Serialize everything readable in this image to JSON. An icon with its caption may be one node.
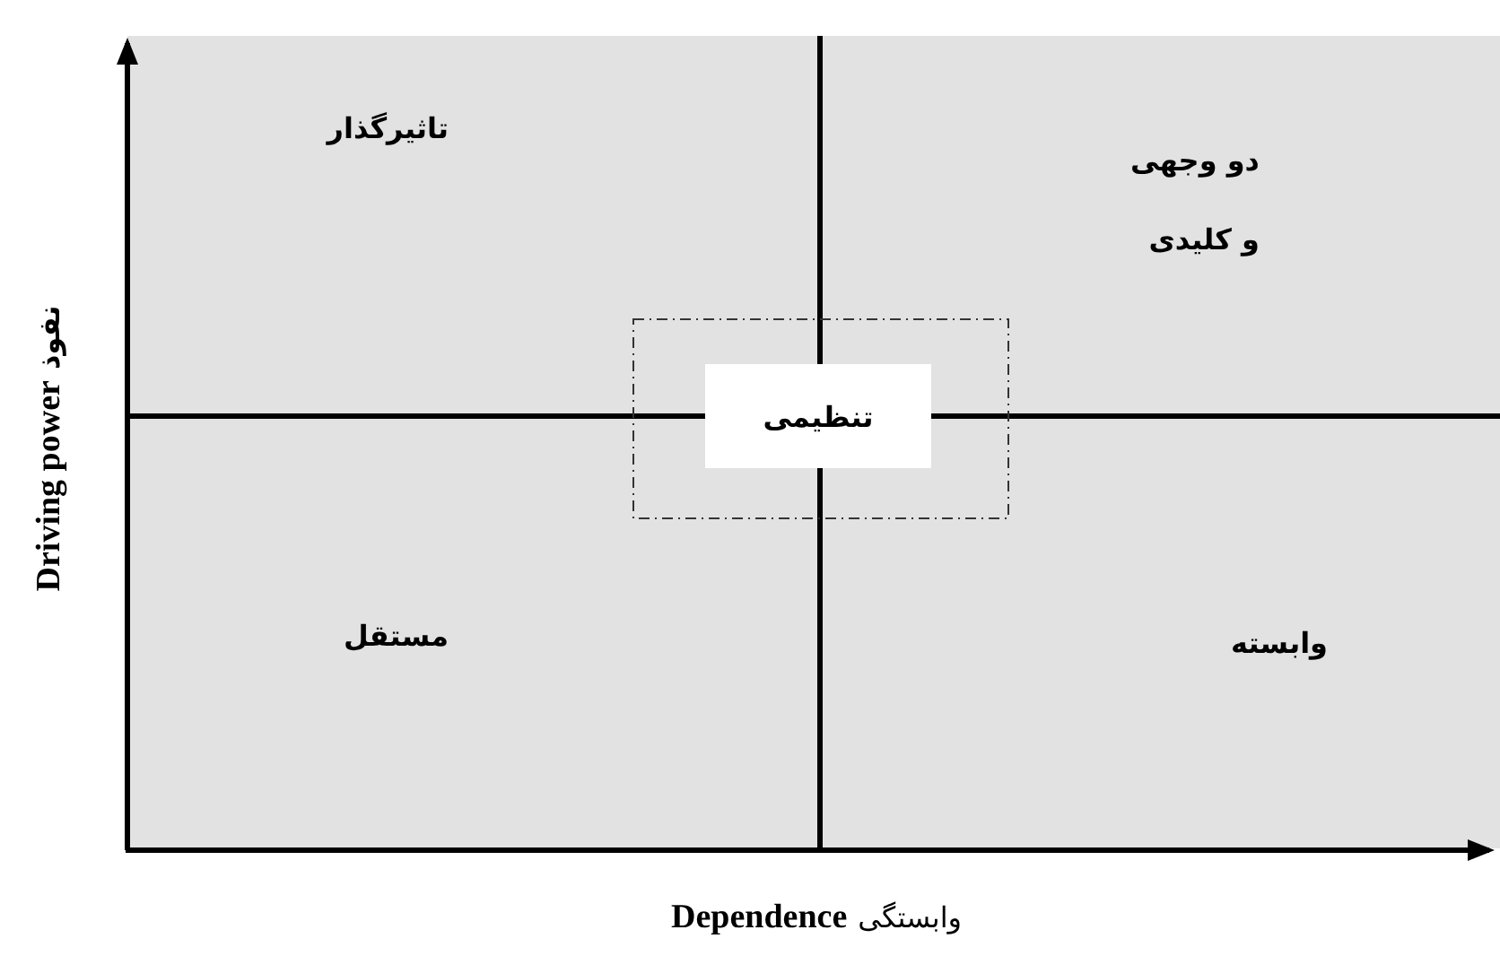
{
  "diagram": {
    "nodes": [
      {
        "text": [
          "تنظیمی"
        ]
      }
    ],
    "labels": [
      "تاثیرگذار",
      "دو وجهی و کلیدی",
      "مستقل",
      "وابسته",
      "Driving power",
      "نفوذ",
      "Dependence",
      "وابستگی"
    ]
  }
}
